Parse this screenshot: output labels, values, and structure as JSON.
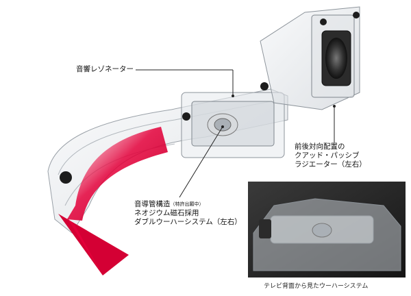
{
  "labels": {
    "resonator": "音響レゾネーター",
    "passive_radiator_line1": "前後対向配置の",
    "passive_radiator_line2": "クアッド・パッシブ",
    "passive_radiator_line3": "ラジエーター（左右）",
    "woofer_line1_main": "音導管構造",
    "woofer_line1_note": "（特許出願中）",
    "woofer_line2": "ネオジウム磁石採用",
    "woofer_line3": "ダブルウーハーシステム（左右）"
  },
  "inset": {
    "caption": "テレビ背面から見たウーハーシステム"
  },
  "colors": {
    "arrow_red": "#e4003a",
    "frame_clear": "#d9dde2",
    "inset_bg": "#2a2a2a"
  }
}
